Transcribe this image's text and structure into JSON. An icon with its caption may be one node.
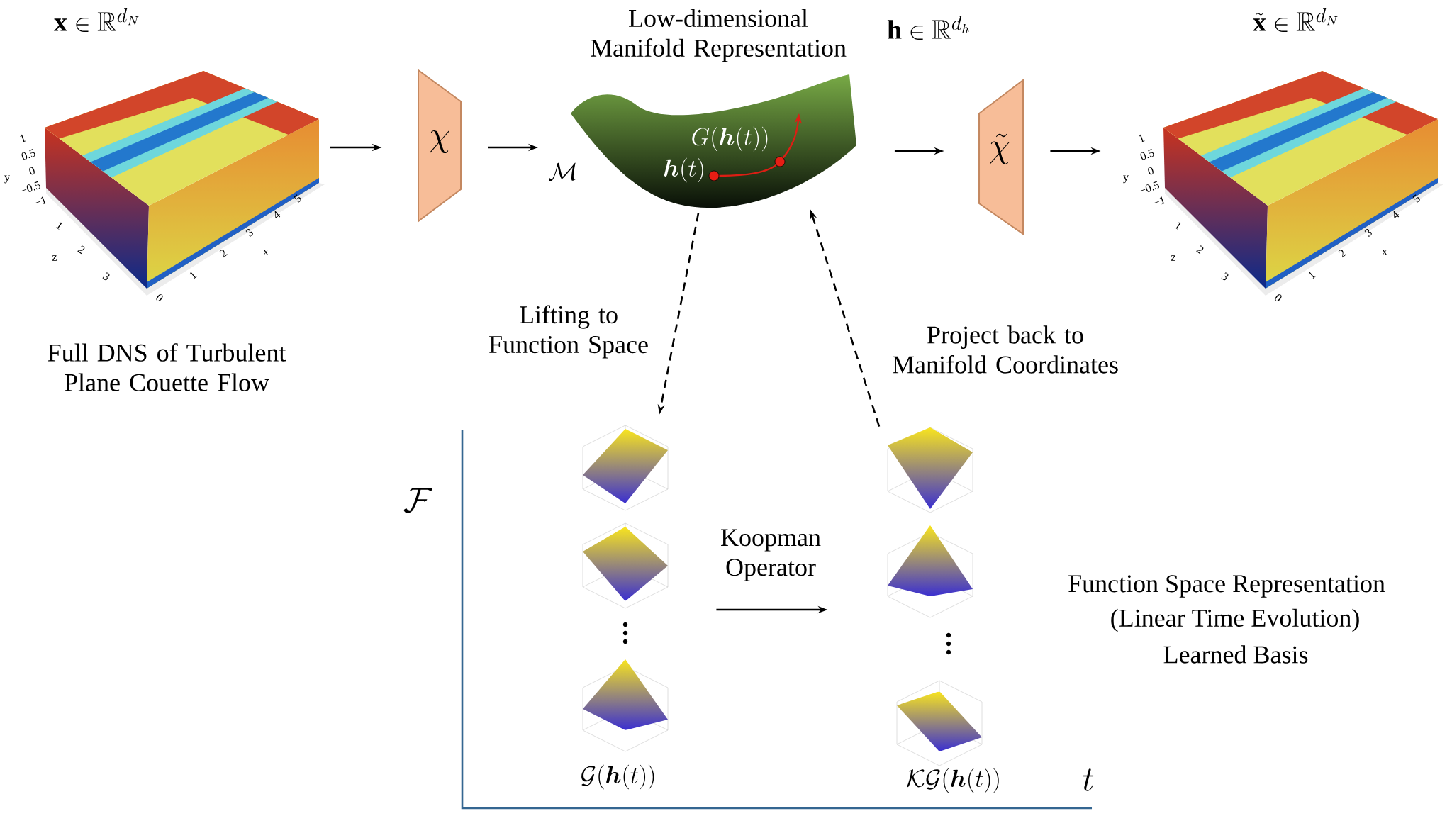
{
  "diagram": {
    "nodes": [
      {
        "text": [
          "\\mathbf{x} \\in \\mathbb{R}^{d_N}"
        ],
        "beside": [
          "Full DNS of Turbulent Plane Couette Flow",
          "1",
          "0.5",
          "0",
          "−0.5",
          "−1",
          "y",
          "1",
          "2",
          "3",
          "z",
          "0",
          "1",
          "2",
          "3",
          "4",
          "5",
          "x"
        ]
      },
      {
        "text": [
          "\\chi"
        ]
      },
      {
        "text": [
          "Low-dimensional Manifold Representation",
          "G(\\boldsymbol{h}(t))",
          "\\boldsymbol{h}(t)"
        ]
      },
      {
        "text": [
          "\\tilde{\\chi}"
        ]
      },
      {
        "text": [
          "\\tilde{\\mathbf{x}} \\in \\mathbb{R}^{d_N}"
        ],
        "beside": [
          "1",
          "0.5",
          "0",
          "−0.5",
          "−1",
          "y",
          "1",
          "2",
          "3",
          "z",
          "0",
          "1",
          "2",
          "3",
          "4",
          "5",
          "x"
        ]
      },
      {
        "text": [
          "\\mathcal{G}(\\boldsymbol{h}(t))"
        ]
      },
      {
        "text": [
          "\\mathcal{K}\\mathcal{G}(\\boldsymbol{h}(t))"
        ]
      }
    ],
    "edges": [
      {
        "from": 0,
        "to": 1,
        "arrow": "to"
      },
      {
        "from": 1,
        "to": 2,
        "arrow": "to"
      },
      {
        "from": 2,
        "to": 3,
        "arrow": "to"
      },
      {
        "from": 3,
        "to": 4,
        "arrow": "to"
      },
      {
        "from": 2,
        "to": 5,
        "arrow": "to",
        "style": "dashed",
        "label": "Lifting to Function Space"
      },
      {
        "from": 6,
        "to": 2,
        "arrow": "to",
        "style": "dashed",
        "label": "Project back to Manifold Coordinates"
      },
      {
        "from": 5,
        "to": 6,
        "arrow": "to",
        "label": "Koopman Operator"
      }
    ],
    "labels": [
      "\\mathbf{h} \\in \\mathbb{R}^{d_h}",
      "\\mathcal{M}",
      "\\mathcal{F}",
      "Function Space Representation",
      "(Linear Time Evolution)",
      "Learned Basis",
      "t"
    ]
  }
}
